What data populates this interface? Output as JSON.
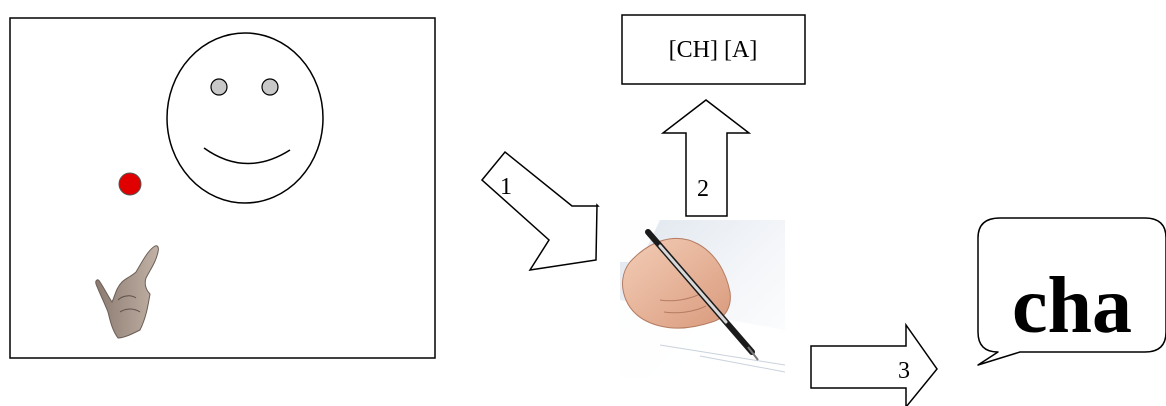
{
  "diagram": {
    "steps": [
      {
        "label": "1"
      },
      {
        "label": "2"
      },
      {
        "label": "3"
      }
    ],
    "phoneme_box": {
      "text": "[CH] [A]"
    },
    "speech_bubble": {
      "text": "cha"
    },
    "colors": {
      "pointer_dot": "#e00000",
      "eye": "#c8c8c8",
      "stroke": "#000000"
    },
    "icons": {
      "face": "smiley-face-icon",
      "finger": "pointing-hand-icon",
      "writer": "hand-writing-photo"
    }
  }
}
